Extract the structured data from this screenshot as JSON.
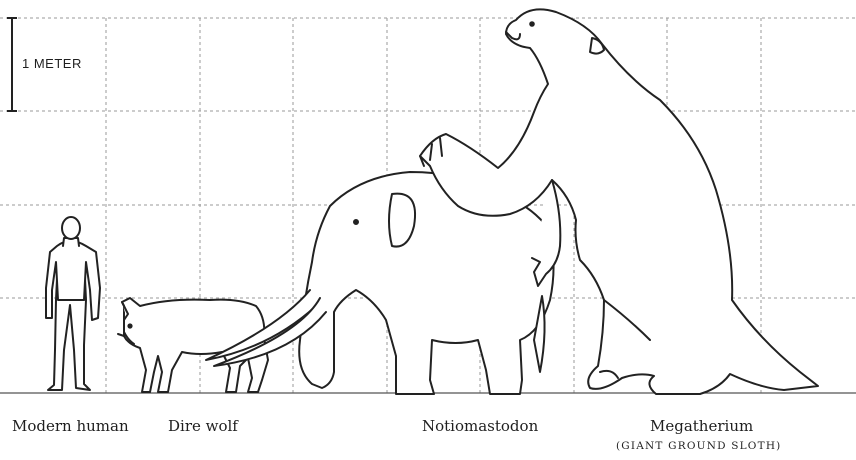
{
  "scale": {
    "label": "1 METER"
  },
  "animals": [
    {
      "name": "Modern human"
    },
    {
      "name": "Dire wolf"
    },
    {
      "name": "Notiomastodon"
    },
    {
      "name": "Megatherium",
      "subtitle": "(GIANT GROUND SLOTH)"
    }
  ]
}
